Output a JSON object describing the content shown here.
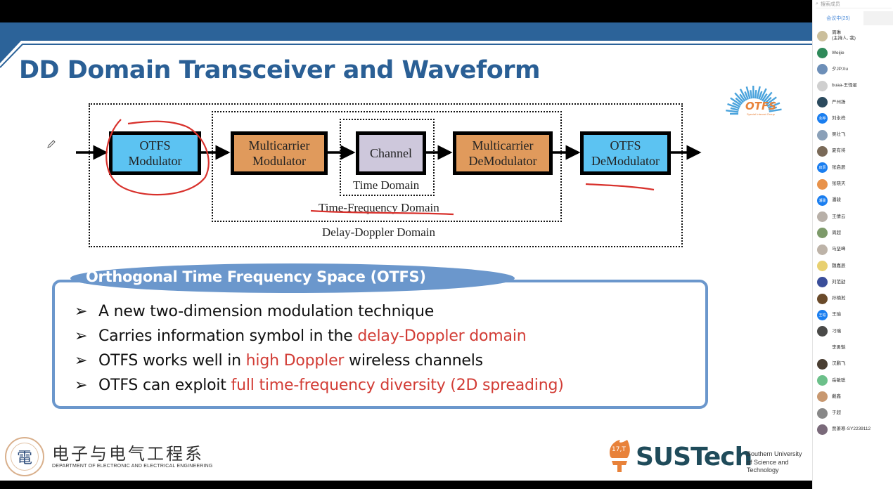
{
  "slide": {
    "title": "DD Domain Transceiver and Waveform",
    "colors": {
      "title": "#2a5f95",
      "banner": "#2c6399",
      "panel": "#6b97cc",
      "highlight": "#d23c35",
      "annotation": "#d8312c"
    },
    "logo_otfs": {
      "name": "OTFS",
      "subtitle": "Special Interest Group"
    },
    "diagram": {
      "blocks": [
        {
          "line1": "OTFS",
          "line2": "Modulator",
          "color": "#5cc3f2"
        },
        {
          "line1": "Multicarrier",
          "line2": "Modulator",
          "color": "#e09a5c"
        },
        {
          "line1": "Channel",
          "line2": "",
          "color": "#cec8dc"
        },
        {
          "line1": "Multicarrier",
          "line2": "DeModulator",
          "color": "#e09a5c"
        },
        {
          "line1": "OTFS",
          "line2": "DeModulator",
          "color": "#5cc3f2"
        }
      ],
      "domains": {
        "time": "Time Domain",
        "time_frequency": "Time-Frequency Domain",
        "delay_doppler": "Delay-Doppler Domain"
      }
    },
    "panel": {
      "heading": "Orthogonal Time Frequency Space (OTFS)",
      "bullet_glyph": "➢",
      "bullets": [
        {
          "pre": "A new two-dimension modulation technique",
          "hl": "",
          "post": ""
        },
        {
          "pre": "Carries information symbol in the ",
          "hl": "delay-Doppler domain",
          "post": ""
        },
        {
          "pre": "OTFS works well in ",
          "hl": "high Doppler",
          "post": " wireless channels"
        },
        {
          "pre": "OTFS can exploit ",
          "hl": "full time-frequency diversity (2D spreading)",
          "post": ""
        }
      ]
    },
    "footer": {
      "dept_cn": "电子与电气工程系",
      "dept_en": "DEPARTMENT OF ELECTRONIC AND ELECTRICAL ENGINEERING",
      "seal_char": "電",
      "sustech_badge": "17,T",
      "sustech": "SUSTech",
      "sustech_sub": [
        "Southern University",
        "of Science and",
        "Technology"
      ]
    }
  },
  "sidebar": {
    "search_placeholder": "搜索成员",
    "tab_label": "会议中(25)",
    "members": [
      {
        "name": "周琳",
        "sub": "(主持人, 我)",
        "avatar": "photo",
        "color": "#cbbf9c"
      },
      {
        "name": "Weijie",
        "sub": "",
        "avatar": "photo",
        "color": "#2f8a5a"
      },
      {
        "name": "夕JP.Xu",
        "sub": "",
        "avatar": "photo",
        "color": "#6d8fb8"
      },
      {
        "name": "buaa-王怪星",
        "sub": "",
        "avatar": "photo",
        "color": "#cfcfcf"
      },
      {
        "name": "严州扬",
        "sub": "",
        "avatar": "photo",
        "color": "#2b4a5e"
      },
      {
        "name": "刘永桦",
        "sub": "",
        "avatar": "text",
        "initials": "永桦",
        "color": "#1a7ef0"
      },
      {
        "name": "吴壮飞",
        "sub": "",
        "avatar": "photo",
        "color": "#8aa0b8"
      },
      {
        "name": "夏有将",
        "sub": "",
        "avatar": "photo",
        "color": "#7a6a58"
      },
      {
        "name": "张启辰",
        "sub": "",
        "avatar": "text",
        "initials": "启辰",
        "color": "#1a7ef0"
      },
      {
        "name": "张晓天",
        "sub": "",
        "avatar": "photo",
        "color": "#e8924a"
      },
      {
        "name": "潘骏",
        "sub": "",
        "avatar": "text",
        "initials": "潘骏",
        "color": "#1a7ef0"
      },
      {
        "name": "王倩云",
        "sub": "",
        "avatar": "photo",
        "color": "#b8b0a8"
      },
      {
        "name": "周超",
        "sub": "",
        "avatar": "photo",
        "color": "#7d9a6a"
      },
      {
        "name": "马坚峰",
        "sub": "",
        "avatar": "photo",
        "color": "#bdb3a8"
      },
      {
        "name": "魏嘉辰",
        "sub": "",
        "avatar": "photo",
        "color": "#e8d070"
      },
      {
        "name": "刘范劼",
        "sub": "",
        "avatar": "photo",
        "color": "#3a4e9a"
      },
      {
        "name": "孙楠淞",
        "sub": "",
        "avatar": "photo",
        "color": "#6a4a2a"
      },
      {
        "name": "王瑜",
        "sub": "",
        "avatar": "text",
        "initials": "王瑜",
        "color": "#1a7ef0"
      },
      {
        "name": "刁瑞",
        "sub": "",
        "avatar": "photo",
        "color": "#4a4a48"
      },
      {
        "name": "李勇魁",
        "sub": "",
        "avatar": "none",
        "color": "#ffffff"
      },
      {
        "name": "汉鹏飞",
        "sub": "",
        "avatar": "photo",
        "color": "#4a3e32"
      },
      {
        "name": "岳敏聪",
        "sub": "",
        "avatar": "photo",
        "color": "#6cc08a"
      },
      {
        "name": "戴鑫",
        "sub": "",
        "avatar": "photo",
        "color": "#c89870"
      },
      {
        "name": "于超",
        "sub": "",
        "avatar": "photo",
        "color": "#888888"
      },
      {
        "name": "贾萧寒-SY2239112",
        "sub": "",
        "avatar": "photo",
        "color": "#7a6a7a"
      }
    ]
  }
}
